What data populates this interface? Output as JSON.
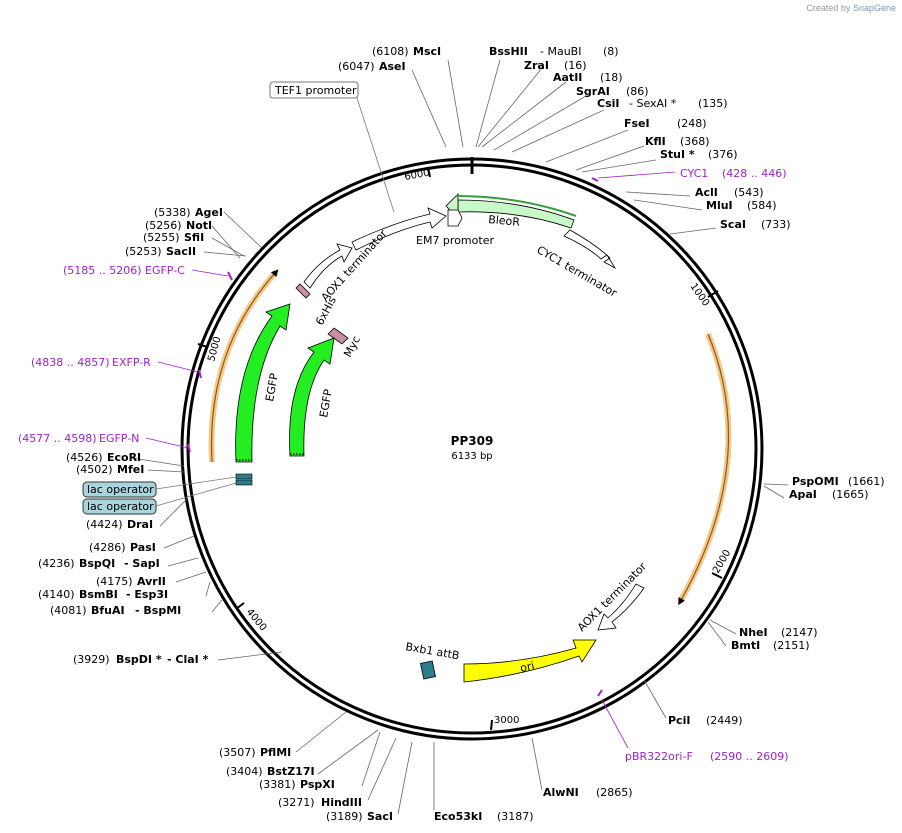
{
  "watermark": {
    "prefix": "Created by",
    "brand": "SnapGene"
  },
  "plasmid": {
    "name": "PP309",
    "length_label": "6133 bp"
  },
  "ticks": [
    "1000",
    "2000",
    "3000",
    "4000",
    "5000",
    "6000"
  ],
  "sites": [
    {
      "name": "MscI",
      "pos": "(6108)"
    },
    {
      "name": "AseI",
      "pos": "(6047)"
    },
    {
      "name": "BssHII",
      "extra": "- MauBI",
      "pos": "(8)"
    },
    {
      "name": "ZraI",
      "pos": "(16)"
    },
    {
      "name": "AatII",
      "pos": "(18)"
    },
    {
      "name": "SgrAI",
      "pos": "(86)"
    },
    {
      "name": "CsiI",
      "extra": "- SexAI *",
      "pos": "(135)"
    },
    {
      "name": "FseI",
      "pos": "(248)"
    },
    {
      "name": "KflI",
      "pos": "(368)"
    },
    {
      "name": "StuI *",
      "pos": "(376)"
    },
    {
      "name": "AclI",
      "pos": "(543)"
    },
    {
      "name": "MluI",
      "pos": "(584)"
    },
    {
      "name": "ScaI",
      "pos": "(733)"
    },
    {
      "name": "PspOMI",
      "pos": "(1661)"
    },
    {
      "name": "ApaI",
      "pos": "(1665)"
    },
    {
      "name": "NheI",
      "pos": "(2147)"
    },
    {
      "name": "BmtI",
      "pos": "(2151)"
    },
    {
      "name": "PciI",
      "pos": "(2449)"
    },
    {
      "name": "AlwNI",
      "pos": "(2865)"
    },
    {
      "name": "Eco53kI",
      "pos": "(3187)"
    },
    {
      "name": "SacI",
      "pos": "(3189)"
    },
    {
      "name": "HindIII",
      "pos": "(3271)"
    },
    {
      "name": "PspXI",
      "pos": "(3381)"
    },
    {
      "name": "BstZ17I",
      "pos": "(3404)"
    },
    {
      "name": "PflMI",
      "pos": "(3507)"
    },
    {
      "name": "BspDI *",
      "extra": "- ClaI *",
      "pos": "(3929)"
    },
    {
      "name": "BfuAI",
      "extra": "- BspMI",
      "pos": "(4081)"
    },
    {
      "name": "BsmBI",
      "extra": "- Esp3I",
      "pos": "(4140)"
    },
    {
      "name": "AvrII",
      "pos": "(4175)"
    },
    {
      "name": "BspQI",
      "extra": "- SapI",
      "pos": "(4236)"
    },
    {
      "name": "PasI",
      "pos": "(4286)"
    },
    {
      "name": "DraI",
      "pos": "(4424)"
    },
    {
      "name": "MfeI",
      "pos": "(4502)"
    },
    {
      "name": "EcoRI",
      "pos": "(4526)"
    },
    {
      "name": "SacII",
      "pos": "(5253)"
    },
    {
      "name": "SfiI",
      "pos": "(5255)"
    },
    {
      "name": "NotI",
      "pos": "(5256)"
    },
    {
      "name": "AgeI",
      "pos": "(5338)"
    }
  ],
  "primers": [
    {
      "name": "CYC1",
      "range": "(428 .. 446)"
    },
    {
      "name": "pBR322ori-F",
      "range": "(2590 .. 2609)"
    },
    {
      "name": "EGFP-N",
      "range": "(4577 .. 4598)"
    },
    {
      "name": "EXFP-R",
      "range": "(4838 .. 4857)"
    },
    {
      "name": "EGFP-C",
      "range": "(5185 .. 5206)"
    }
  ],
  "features": {
    "bleor": "BleoR",
    "cyc1_term": "CYC1 terminator",
    "em7": "EM7 promoter",
    "tef1": "TEF1 promoter",
    "aox1_term_top": "AOX1 terminator",
    "his": "6xHis",
    "myc": "Myc",
    "egfp_outer": "EGFP",
    "egfp_inner": "EGFP",
    "aox1_term_bottom": "AOX1 terminator",
    "ori": "ori",
    "bxb1": "Bxb1 attB",
    "lac1": "lac operator",
    "lac2": "lac operator"
  },
  "colors": {
    "bleor": "#c8f7c8",
    "egfp": "#22ee22",
    "ori": "#ffff00",
    "primer": "#a020d0",
    "tag": "#c890a0",
    "bxb1": "#2e7b8a",
    "lac_box": "#a8d4dc",
    "primer_bind_highlight": "#f5c78a"
  }
}
